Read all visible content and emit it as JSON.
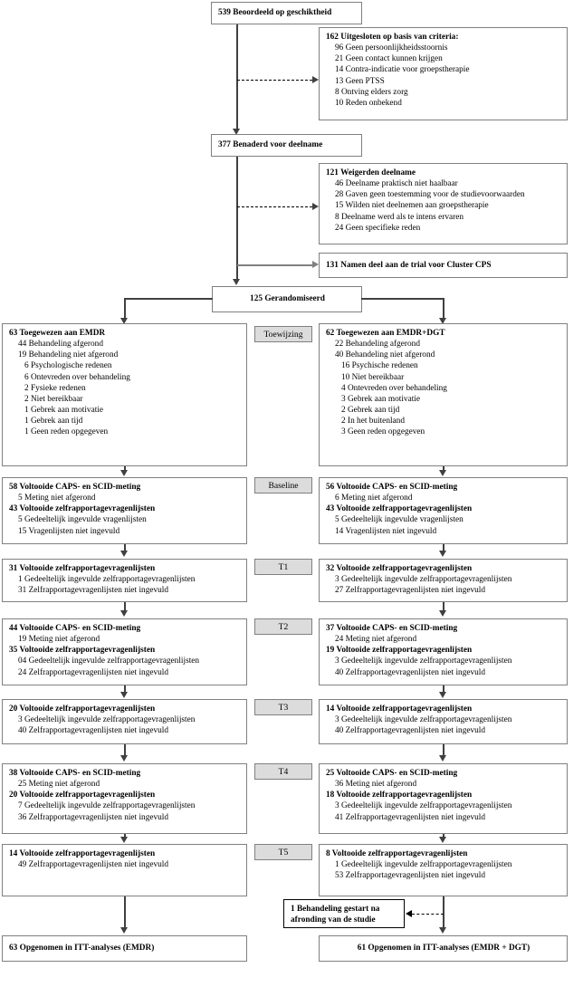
{
  "diagram": {
    "title": "CONSORT flow diagram EMDR vs EMDR+DGT",
    "language": "nl"
  },
  "stages": {
    "allocation": "Toewijzing",
    "baseline": "Baseline",
    "t1": "T1",
    "t2": "T2",
    "t3": "T3",
    "t4": "T4",
    "t5": "T5"
  },
  "enrollment": {
    "assessed": "539 Beoordeeld op geschiktheid",
    "excluded": {
      "header": "162 Uitgesloten op basis van criteria:",
      "reasons": [
        "96 Geen persoonlijkheidsstoornis",
        "21 Geen contact kunnen krijgen",
        "14 Contra-indicatie voor groepstherapie",
        "13 Geen PTSS",
        "8 Ontving elders zorg",
        "10 Reden onbekend"
      ]
    },
    "approached": "377 Benaderd voor deelname",
    "refused": {
      "header": "121 Weigerden deelname",
      "reasons": [
        "46 Deelname praktisch niet haalbaar",
        "28 Gaven geen toestemming voor de studievoorwaarden",
        "15 Wilden niet deelnemen aan groepstherapie",
        "8 Deelname werd als te intens ervaren",
        "24 Geen specifieke reden"
      ]
    },
    "cluster_cps": "131 Namen deel aan de trial voor Cluster CPS",
    "randomized": "125 Gerandomiseerd"
  },
  "allocation": {
    "left": {
      "header": "63 Toegewezen aan EMDR",
      "lines": [
        {
          "text": "44 Behandeling afgerond",
          "level": 1
        },
        {
          "text": "19 Behandeling niet afgerond",
          "level": 1
        },
        {
          "text": "6 Psychologische redenen",
          "level": 2
        },
        {
          "text": "6 Ontevreden over behandeling",
          "level": 2
        },
        {
          "text": "2 Fysieke redenen",
          "level": 2
        },
        {
          "text": "2 Niet bereikbaar",
          "level": 2
        },
        {
          "text": "1 Gebrek aan motivatie",
          "level": 2
        },
        {
          "text": "1 Gebrek aan tijd",
          "level": 2
        },
        {
          "text": "1 Geen reden opgegeven",
          "level": 2
        }
      ]
    },
    "right": {
      "header": "62 Toegewezen aan EMDR+DGT",
      "lines": [
        {
          "text": "22 Behandeling afgerond",
          "level": 1
        },
        {
          "text": "40 Behandeling niet afgerond",
          "level": 1
        },
        {
          "text": "16 Psychische redenen",
          "level": 2
        },
        {
          "text": "10 Niet bereikbaar",
          "level": 2
        },
        {
          "text": "4 Ontevreden over behandeling",
          "level": 2
        },
        {
          "text": "3 Gebrek aan motivatie",
          "level": 2
        },
        {
          "text": "2 Gebrek aan tijd",
          "level": 2
        },
        {
          "text": "2 In het buitenland",
          "level": 2
        },
        {
          "text": "3 Geen reden opgegeven",
          "level": 2
        }
      ]
    }
  },
  "baseline": {
    "left": {
      "header": "58 Voltooide CAPS- en SCID-meting",
      "lines": [
        {
          "text": "5 Meting niet afgerond",
          "level": 1
        },
        {
          "text": "43 Voltooide zelfrapportagevragenlijsten",
          "level": 0
        },
        {
          "text": "5 Gedeeltelijk ingevulde vragenlijsten",
          "level": 1
        },
        {
          "text": "15 Vragenlijsten niet ingevuld",
          "level": 1
        }
      ]
    },
    "right": {
      "header": "56 Voltooide CAPS- en SCID-meting",
      "lines": [
        {
          "text": "6 Meting niet afgerond",
          "level": 1
        },
        {
          "text": "43 Voltooide zelfrapportagevragenlijsten",
          "level": 0
        },
        {
          "text": "5 Gedeeltelijk ingevulde vragenlijsten",
          "level": 1
        },
        {
          "text": "14 Vragenlijsten niet ingevuld",
          "level": 1
        }
      ]
    }
  },
  "t1": {
    "left": {
      "header": "31 Voltooide zelfrapportagevragenlijsten",
      "lines": [
        {
          "text": "1 Gedeeltelijk ingevulde zelfrapportagevragenlijsten",
          "level": 1
        },
        {
          "text": "31 Zelfrapportagevragenlijsten niet ingevuld",
          "level": 1
        }
      ]
    },
    "right": {
      "header": "32 Voltooide zelfrapportagevragenlijsten",
      "lines": [
        {
          "text": "3 Gedeeltelijk ingevulde zelfrapportagevragenlijsten",
          "level": 1
        },
        {
          "text": "27 Zelfrapportagevragenlijsten niet ingevuld",
          "level": 1
        }
      ]
    }
  },
  "t2": {
    "left": {
      "header": "44 Voltooide CAPS- en SCID-meting",
      "lines": [
        {
          "text": "19 Meting niet afgerond",
          "level": 1
        },
        {
          "text": "35 Voltooide zelfrapportagevragenlijsten",
          "level": 0
        },
        {
          "text": "04 Gedeeltelijk ingevulde zelfrapportagevragenlijsten",
          "level": 1
        },
        {
          "text": "24 Zelfrapportagevragenlijsten niet ingevuld",
          "level": 1
        }
      ]
    },
    "right": {
      "header": "37 Voltooide CAPS- en SCID-meting",
      "lines": [
        {
          "text": "24 Meting niet afgerond",
          "level": 1
        },
        {
          "text": "19 Voltooide zelfrapportagevragenlijsten",
          "level": 0
        },
        {
          "text": "3 Gedeeltelijk ingevulde zelfrapportagevragenlijsten",
          "level": 1
        },
        {
          "text": "40 Zelfrapportagevragenlijsten niet ingevuld",
          "level": 1
        }
      ]
    }
  },
  "t3": {
    "left": {
      "header": "20 Voltooide zelfrapportagevragenlijsten",
      "lines": [
        {
          "text": "3 Gedeeltelijk ingevulde zelfrapportagevragenlijsten",
          "level": 1
        },
        {
          "text": "40 Zelfrapportagevragenlijsten niet ingevuld",
          "level": 1
        }
      ]
    },
    "right": {
      "header": "14 Voltooide zelfrapportagevragenlijsten",
      "lines": [
        {
          "text": "3 Gedeeltelijk ingevulde zelfrapportagevragenlijsten",
          "level": 1
        },
        {
          "text": "40 Zelfrapportagevragenlijsten niet ingevuld",
          "level": 1
        }
      ]
    }
  },
  "t4": {
    "left": {
      "header": "38 Voltooide CAPS- en SCID-meting",
      "lines": [
        {
          "text": "25 Meting niet afgerond",
          "level": 1
        },
        {
          "text": "20 Voltooide zelfrapportagevragenlijsten",
          "level": 0
        },
        {
          "text": "7 Gedeeltelijk ingevulde zelfrapportagevragenlijsten",
          "level": 1
        },
        {
          "text": "36 Zelfrapportagevragenlijsten niet ingevuld",
          "level": 1
        }
      ]
    },
    "right": {
      "header": "25 Voltooide CAPS- en SCID-meting",
      "lines": [
        {
          "text": "36 Meting niet afgerond",
          "level": 1
        },
        {
          "text": "18 Voltooide zelfrapportagevragenlijsten",
          "level": 0
        },
        {
          "text": "3 Gedeeltelijk ingevulde zelfrapportagevragenlijsten",
          "level": 1
        },
        {
          "text": "41 Zelfrapportagevragenlijsten niet ingevuld",
          "level": 1
        }
      ]
    }
  },
  "t5": {
    "left": {
      "header": "14 Voltooide zelfrapportagevragenlijsten",
      "lines": [
        {
          "text": "49 Zelfrapportagevragenlijsten niet ingevuld",
          "level": 1
        }
      ]
    },
    "right": {
      "header": "8 Voltooide zelfrapportagevragenlijsten",
      "lines": [
        {
          "text": "1 Gedeeltelijk ingevulde zelfrapportagevragenlijsten",
          "level": 1
        },
        {
          "text": "53 Zelfrapportagevragenlijsten niet ingevuld",
          "level": 1
        }
      ]
    }
  },
  "analysis": {
    "late_start": "1 Behandeling gestart na afronding van de studie",
    "left": "63 Opgenomen in ITT-analyses (EMDR)",
    "right": "61 Opgenomen in ITT-analyses (EMDR + DGT)"
  },
  "colors": {
    "box_border": "#808080",
    "stage_fill": "#dcdcdc",
    "connector": "#404040",
    "text": "#000000",
    "background": "#ffffff"
  }
}
